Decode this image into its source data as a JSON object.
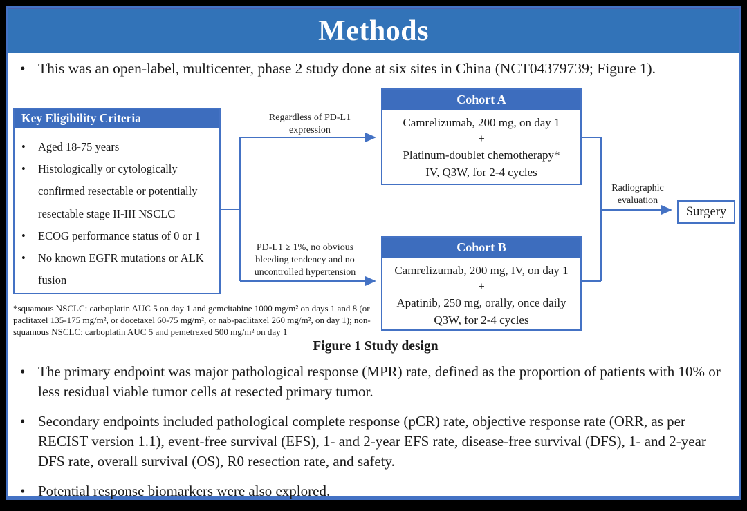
{
  "slide": {
    "title": "Methods",
    "bullet_glyph": "•",
    "intro_bullet": "This was an open-label, multicenter, phase 2 study done at six sites in China (NCT04379739; Figure 1)."
  },
  "diagram": {
    "eligibility": {
      "header": "Key Eligibility Criteria",
      "items": [
        "Aged 18-75 years",
        "Histologically or cytologically confirmed resectable or potentially resectable stage II-III NSCLC",
        "ECOG performance status of 0 or 1",
        "No known EGFR mutations or ALK fusion"
      ]
    },
    "branch_labels": {
      "to_cohort_a": "Regardless of PD-L1 expression",
      "to_cohort_b": "PD-L1 ≥ 1%, no obvious bleeding tendency and no uncontrolled hypertension"
    },
    "cohort_a": {
      "header": "Cohort A",
      "line1": "Camrelizumab, 200 mg, on day 1",
      "plus": "+",
      "line2": "Platinum-doublet chemotherapy*",
      "line3": "IV, Q3W, for 2-4 cycles"
    },
    "cohort_b": {
      "header": "Cohort B",
      "line1": "Camrelizumab, 200 mg, IV, on day 1",
      "plus": "+",
      "line2": "Apatinib, 250 mg, orally, once daily",
      "line3": "Q3W, for 2-4 cycles"
    },
    "evaluation_label": "Radiographic evaluation",
    "surgery_label": "Surgery",
    "footnote": "*squamous NSCLC: carboplatin AUC 5 on day 1 and gemcitabine 1000 mg/m² on days 1 and 8 (or paclitaxel 135-175 mg/m², or docetaxel 60-75 mg/m², or nab-paclitaxel 260 mg/m², on day 1); non-squamous NSCLC: carboplatin AUC 5 and pemetrexed 500 mg/m² on day 1",
    "caption": "Figure 1 Study design"
  },
  "bullets": [
    "The primary endpoint was major pathological response (MPR) rate, defined as the proportion of patients with 10% or less residual viable tumor cells at resected primary tumor.",
    "Secondary endpoints included pathological complete response (pCR) rate, objective response rate (ORR, as per RECIST version 1.1), event-free survival (EFS), 1- and 2-year EFS rate, disease-free survival (DFS), 1- and 2-year DFS rate, overall survival (OS), R0 resection rate, and safety.",
    "Potential response biomarkers were also explored."
  ],
  "colors": {
    "banner_blue": "#3273B8",
    "header_blue": "#3D6DBE",
    "line_blue": "#4472C4",
    "frame_black": "#000000",
    "text": "#1b1b1b"
  }
}
